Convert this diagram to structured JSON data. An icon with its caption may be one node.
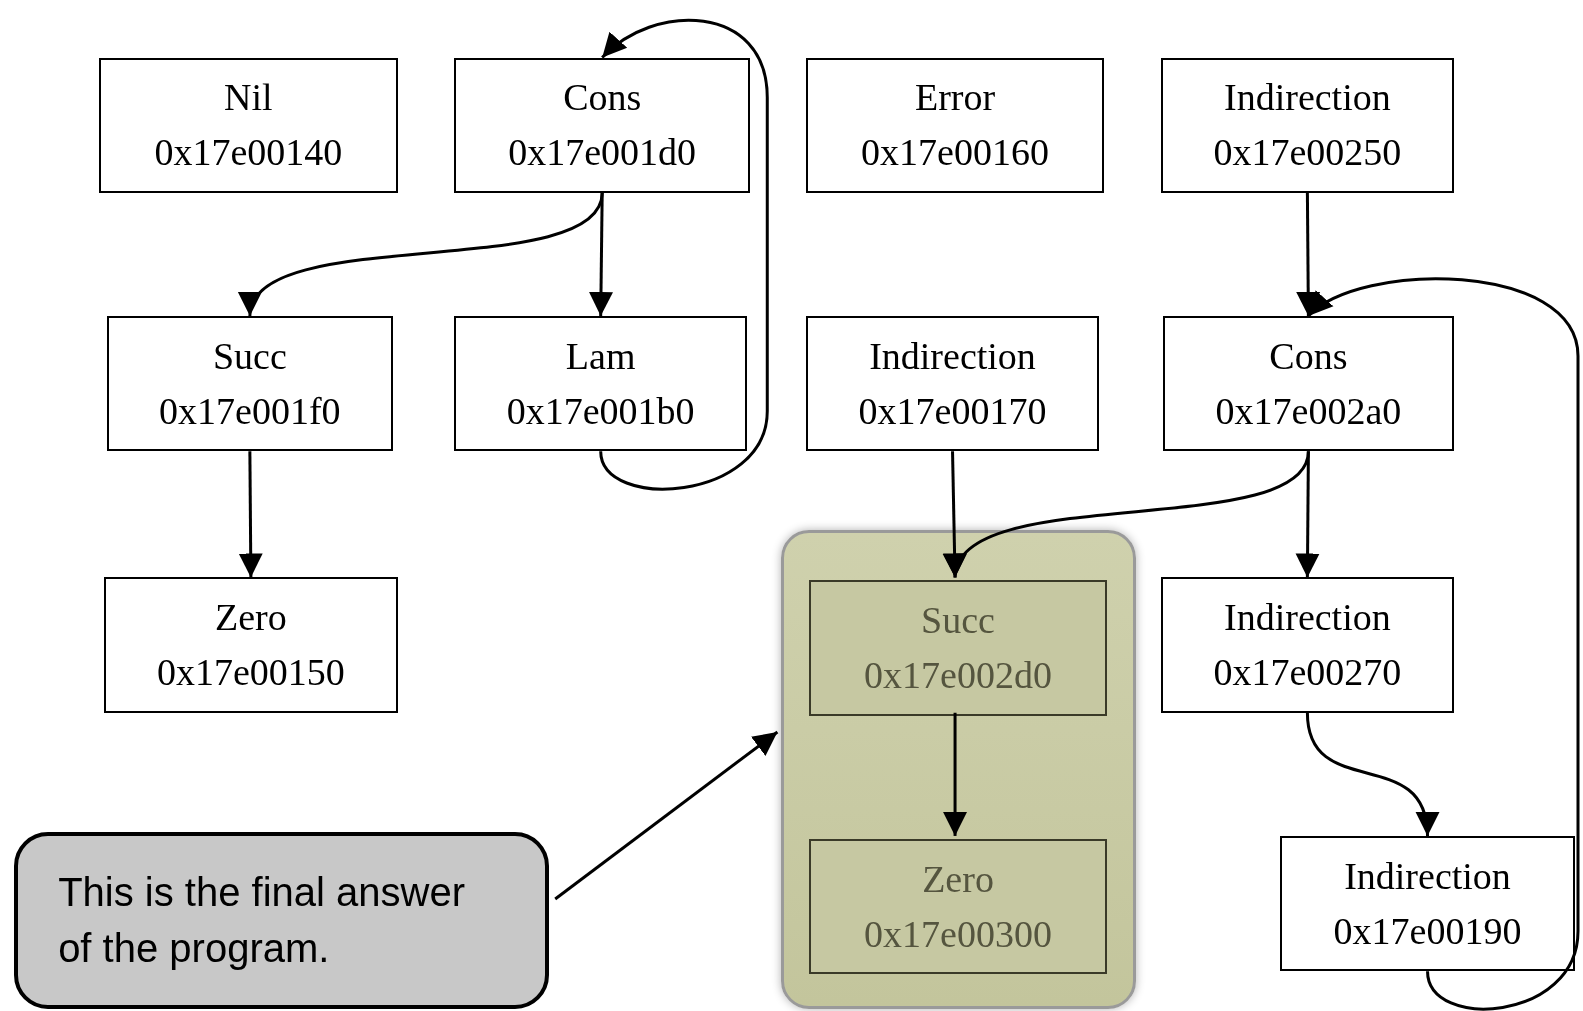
{
  "diagram": {
    "nodes": [
      {
        "text": [
          "Nil",
          "0x17e00140"
        ]
      },
      {
        "text": [
          "Cons",
          "0x17e001d0"
        ]
      },
      {
        "text": [
          "Error",
          "0x17e00160"
        ]
      },
      {
        "text": [
          "Indirection",
          "0x17e00250"
        ]
      },
      {
        "text": [
          "Succ",
          "0x17e001f0"
        ]
      },
      {
        "text": [
          "Lam",
          "0x17e001b0"
        ]
      },
      {
        "text": [
          "Indirection",
          "0x17e00170"
        ]
      },
      {
        "text": [
          "Cons",
          "0x17e002a0"
        ]
      },
      {
        "text": [],
        "shape": "box"
      },
      {
        "text": [
          "Succ",
          "0x17e002d0"
        ],
        "in": 8
      },
      {
        "text": [
          "Zero",
          "0x17e00300"
        ],
        "in": 8
      },
      {
        "text": [
          "Zero",
          "0x17e00150"
        ]
      },
      {
        "text": [
          "Indirection",
          "0x17e00270"
        ]
      },
      {
        "text": [
          "Indirection",
          "0x17e00190"
        ]
      },
      {
        "text": [
          "This is the final answer of the program."
        ]
      }
    ],
    "edges": [
      {
        "from": 1,
        "to": 4,
        "arrow": "to"
      },
      {
        "from": 1,
        "to": 5,
        "arrow": "to"
      },
      {
        "from": 5,
        "to": 1,
        "arrow": "to"
      },
      {
        "from": 4,
        "to": 11,
        "arrow": "to"
      },
      {
        "from": 3,
        "to": 7,
        "arrow": "to"
      },
      {
        "from": 6,
        "to": 9,
        "arrow": "to"
      },
      {
        "from": 7,
        "to": 9,
        "arrow": "to"
      },
      {
        "from": 7,
        "to": 12,
        "arrow": "to"
      },
      {
        "from": 9,
        "to": 10,
        "arrow": "to"
      },
      {
        "from": 12,
        "to": 13,
        "arrow": "to"
      },
      {
        "from": 13,
        "to": 7,
        "arrow": "to"
      },
      {
        "from": 14,
        "to": 8,
        "arrow": "to"
      }
    ]
  }
}
